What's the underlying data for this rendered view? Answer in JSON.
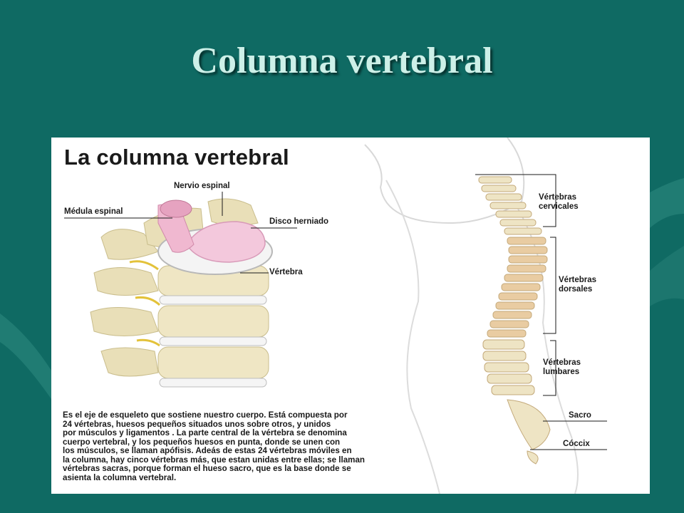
{
  "slide": {
    "title": "Columna vertebral",
    "colors": {
      "background": "#0f6a63",
      "title_text": "#cdf0e8",
      "panel": "#ffffff"
    }
  },
  "figure": {
    "title": "La columna vertebral",
    "labels": {
      "nervio_espinal": "Nervio espinal",
      "medula_espinal": "Médula espinal",
      "disco_herniado": "Disco herniado",
      "vertebra": "Vértebra",
      "cervicales": "Vértebras\ncervicales",
      "dorsales": "Vértebras\ndorsales",
      "lumbares": "Vértebras\nlumbares",
      "sacro": "Sacro",
      "coccix": "Cóccix"
    },
    "description": "Es el eje de esqueleto que sostiene nuestro cuerpo. Está compuesta por\n24 vértebras, huesos pequeños situados unos sobre otros, y unidos\npor músculos y ligamentos .  La parte central de la vértebra se denomina\ncuerpo vertebral, y los pequeños huesos en punta, donde se unen con\nlos músculos, se llaman apófisis. Adeás de estas 24 vértebras móviles en\nla columna, hay cinco vértebras más, que estan unidas entre ellas; se llaman\nvértebras sacras, porque forman el hueso sacro, que es la base donde se\nasienta la columna vertebral."
  }
}
